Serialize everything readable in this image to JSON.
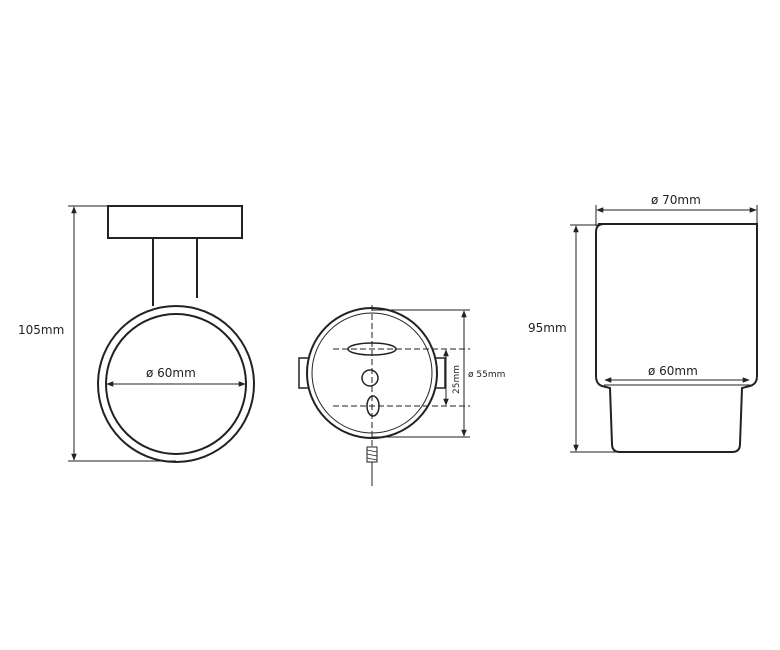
{
  "labels": {
    "holder_height": "105mm",
    "ring_diameter": "ø 60mm",
    "mount_spacing": "25mm",
    "base_diameter": "ø 55mm",
    "cup_top_diameter": "ø 70mm",
    "cup_height": "95mm",
    "cup_bottom_diameter": "ø 60mm"
  }
}
